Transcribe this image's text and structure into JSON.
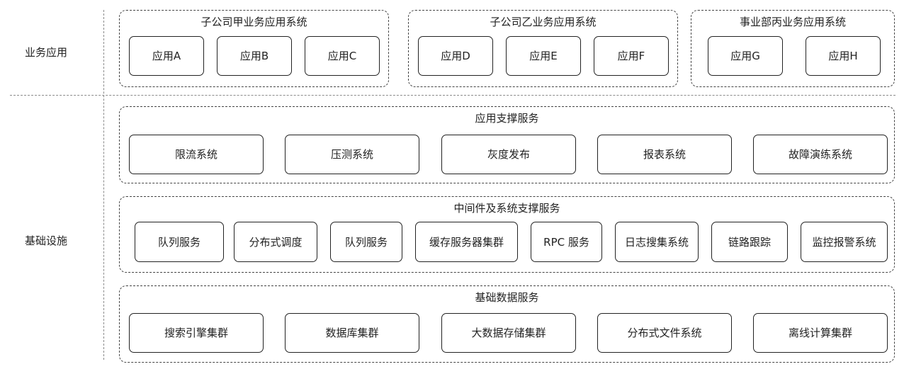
{
  "layers": {
    "business": "业务应用",
    "infrastructure": "基础设施"
  },
  "business_groups": [
    {
      "title": "子公司甲业务应用系统",
      "items": [
        "应用A",
        "应用B",
        "应用C"
      ]
    },
    {
      "title": "子公司乙业务应用系统",
      "items": [
        "应用D",
        "应用E",
        "应用F"
      ]
    },
    {
      "title": "事业部丙业务应用系统",
      "items": [
        "应用G",
        "应用H"
      ]
    }
  ],
  "support_services": {
    "title": "应用支撑服务",
    "items": [
      "限流系统",
      "压测系统",
      "灰度发布",
      "报表系统",
      "故障演练系统"
    ]
  },
  "middleware": {
    "title": "中间件及系统支撑服务",
    "items": [
      "队列服务",
      "分布式调度",
      "队列服务",
      "缓存服务器集群",
      "RPC 服务",
      "日志搜集系统",
      "链路跟踪",
      "监控报警系统"
    ]
  },
  "data_services": {
    "title": "基础数据服务",
    "items": [
      "搜索引擎集群",
      "数据库集群",
      "大数据存储集群",
      "分布式文件系统",
      "离线计算集群"
    ]
  }
}
